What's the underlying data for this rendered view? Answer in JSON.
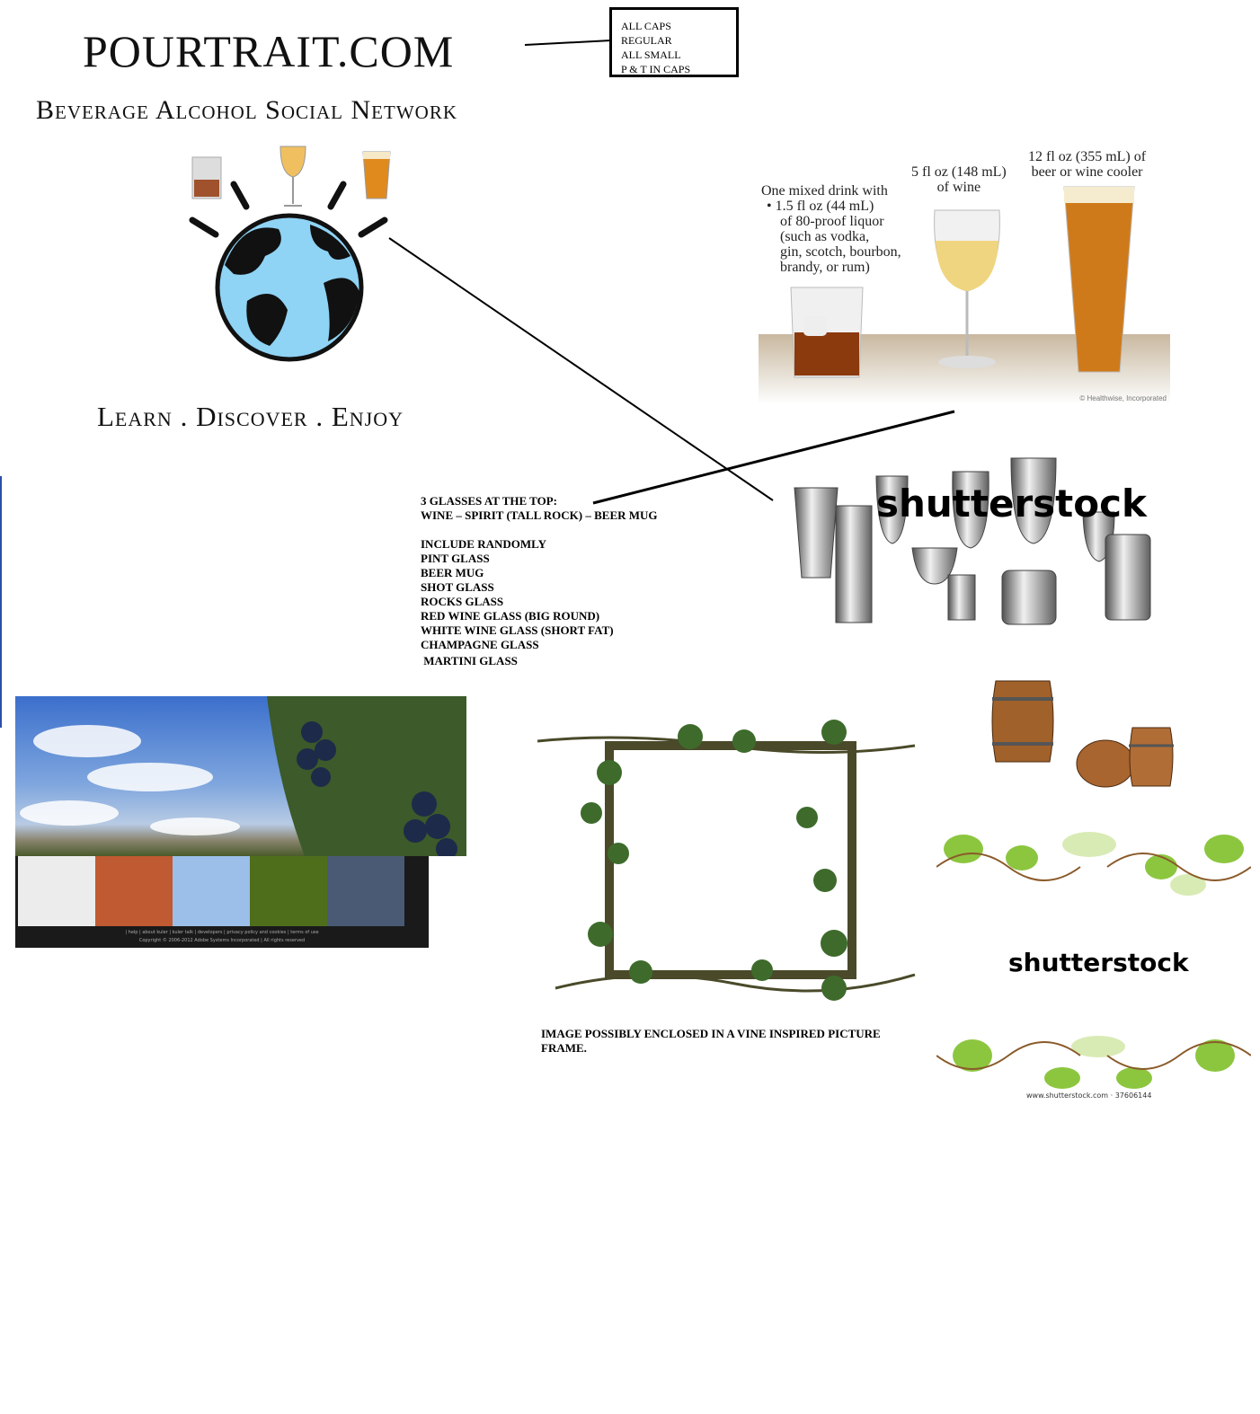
{
  "header": {
    "logo": "POURTRAIT.COM",
    "tagline": "Beverage Alcohol Social Network",
    "slogan": "Learn . Discover . Enjoy"
  },
  "caps_options": [
    "ALL CAPS",
    "REGULAR",
    "ALL SMALL",
    "P & T IN CAPS"
  ],
  "drink_guide": {
    "spirit": [
      "One mixed drink with",
      "• 1.5 fl oz (44 mL)",
      "of 80-proof liquor",
      "(such as vodka,",
      "gin, scotch, bourbon,",
      "brandy, or rum)"
    ],
    "wine": [
      "5 fl oz (148 mL)",
      "of wine"
    ],
    "beer": [
      "12 fl oz (355 mL) of",
      "beer or wine cooler"
    ],
    "credit": "© Healthwise, Incorporated"
  },
  "notes": {
    "heading": "3 glasses at the top:",
    "top_glasses": "Wine  – Spirit (Tall rock) – Beer Mug",
    "random_heading": "Include Randomly",
    "random_items": [
      "Pint glass",
      "Beer mug",
      "Shot glass",
      "Rocks glass",
      "Red Wine Glass (big round)",
      "White wine glass (short fat)",
      "Champagne glass",
      " Martini glass"
    ]
  },
  "watermark": "shutterstock",
  "vine_url": "www.shutterstock.com · 37606144",
  "frame_caption": "Image possibly enclosed in a vine inspired picture frame.",
  "palette": {
    "colors": [
      "#ececec",
      "#c05a32",
      "#9bbfe9",
      "#4f6e1b",
      "#4a5a75"
    ],
    "links": "| help | about kuler | kuler talk | developers | privacy policy and cookies | terms of use",
    "copyright": "Copyright © 2006-2012 Adobe Systems Incorporated | All rights reserved"
  }
}
